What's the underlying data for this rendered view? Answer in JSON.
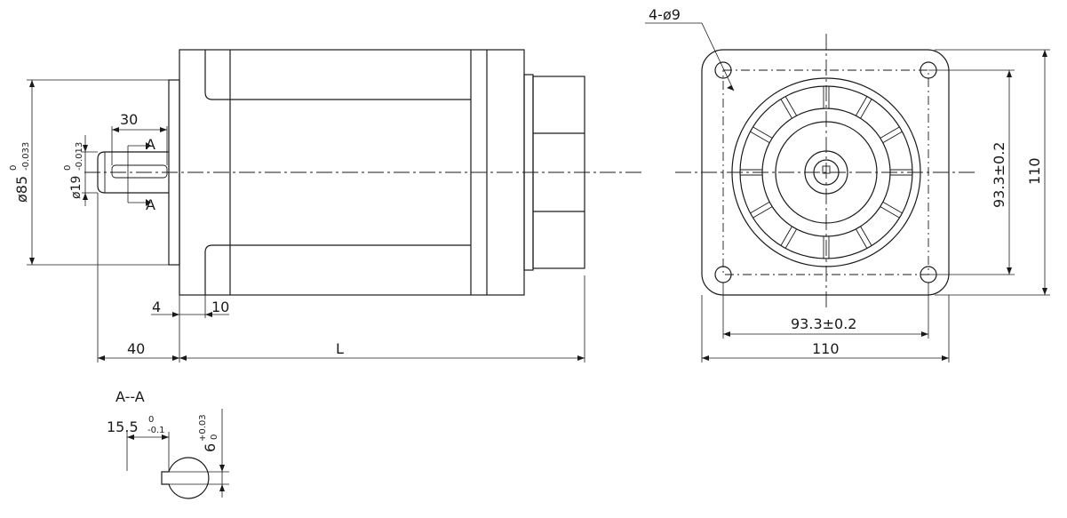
{
  "side_view": {
    "dim_flange_dia": "ø85",
    "dim_flange_dia_upper": "0",
    "dim_flange_dia_lower": "-0.033",
    "dim_shaft_dia": "ø19",
    "dim_shaft_dia_upper": "0",
    "dim_shaft_dia_lower": "-0.013",
    "dim_key_length": "30",
    "section_mark_top": "A",
    "section_mark_bottom": "A",
    "dim_flange_thickness": "4",
    "dim_shoulder": "10",
    "dim_shaft_length": "40",
    "dim_body_length": "L"
  },
  "front_view": {
    "dim_holes": "4-ø9",
    "dim_hole_pitch_vertical": "93.3±0.2",
    "dim_hole_pitch_horizontal": "93.3±0.2",
    "dim_square_height": "110",
    "dim_square_width": "110"
  },
  "section_view": {
    "title": "A--A",
    "dim_key_depth": "15.5",
    "dim_key_depth_upper": "0",
    "dim_key_depth_lower": "-0.1",
    "dim_key_width": "6",
    "dim_key_width_upper": "+0.03",
    "dim_key_width_lower": "0"
  },
  "colors": {
    "line": "#1a1a1a",
    "background": "#ffffff"
  }
}
